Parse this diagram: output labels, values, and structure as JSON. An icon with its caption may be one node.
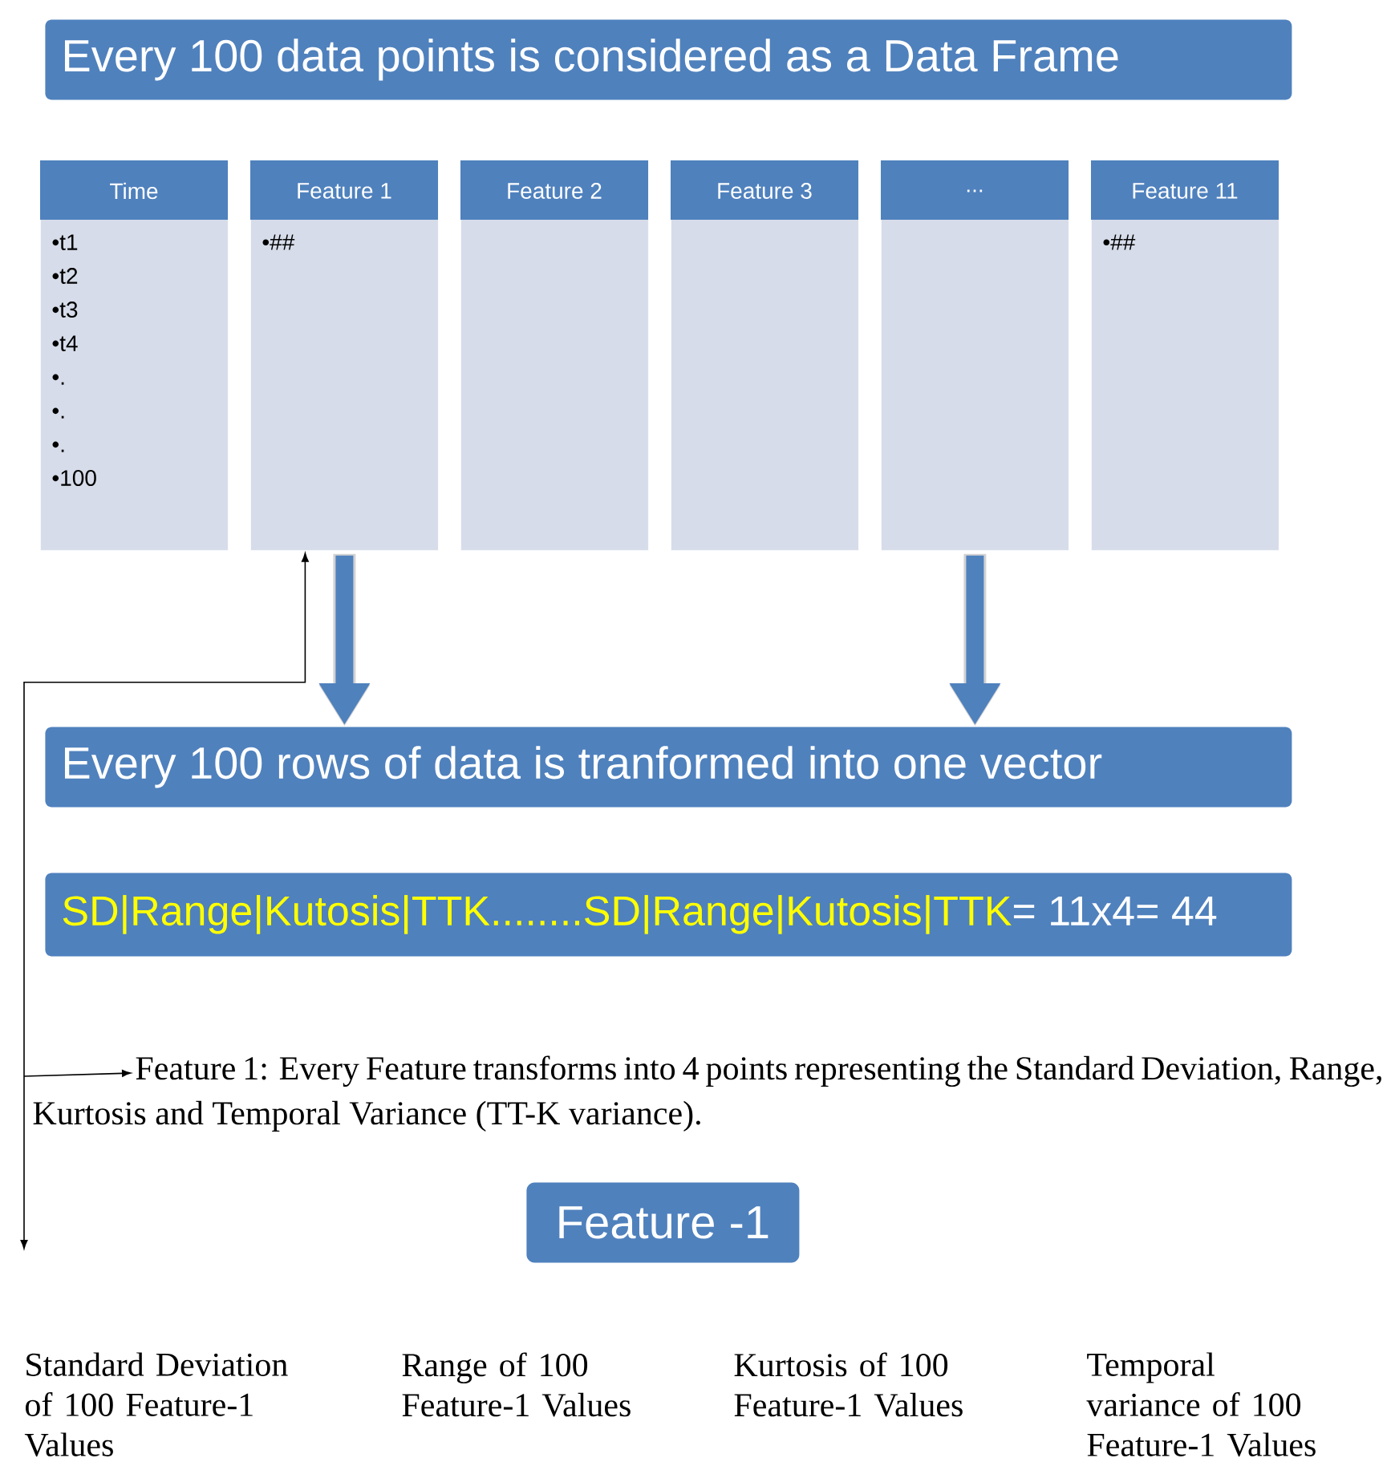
{
  "diagram": {
    "nodes": [
      {
        "text": [
          "Every 100 data points is considered as a Data Frame"
        ]
      },
      {
        "text": [
          "Time",
          "•t1",
          "•t2",
          "•t3",
          "•t4",
          "•.",
          "•.",
          "•.",
          "•100"
        ]
      },
      {
        "text": [
          "Feature 1",
          "•##"
        ]
      },
      {
        "text": [
          "Feature 2"
        ]
      },
      {
        "text": [
          "Feature 3"
        ]
      },
      {
        "text": [
          "..."
        ]
      },
      {
        "text": [
          "Feature 11",
          "•##"
        ]
      },
      {
        "text": [
          "Every 100 rows of data is tranformed into one vector"
        ]
      },
      {
        "text": [
          "SD|Range|Kutosis|TTK........SD|Range|Kutosis|TTK",
          "= 11x4= 44"
        ]
      },
      {
        "text": [
          "Feature 1: Every Feature transforms into 4 points representing the Standard Deviation, Range, Kurtosis and Temporal Variance (TT-K variance)."
        ]
      },
      {
        "text": [
          "Feature -1"
        ]
      },
      {
        "text": [
          "Standard Deviation of 100 Feature-1 Values"
        ]
      },
      {
        "text": [
          "Range of 100 Feature-1 Values"
        ]
      },
      {
        "text": [
          "Kurtosis of 100 Feature-1 Values"
        ]
      },
      {
        "text": [
          "Temporal variance of 100 Feature-1 Values"
        ]
      }
    ],
    "edges": [
      {
        "from": 2,
        "to": 7,
        "arrow": "to",
        "style": "thick"
      },
      {
        "from": 5,
        "to": 7,
        "arrow": "to",
        "style": "thick"
      },
      {
        "from": 11,
        "to": 2,
        "arrow": "both",
        "color": "#000000"
      },
      {
        "from": null,
        "to": 9,
        "arrow": "to",
        "color": "#000000"
      }
    ]
  }
}
